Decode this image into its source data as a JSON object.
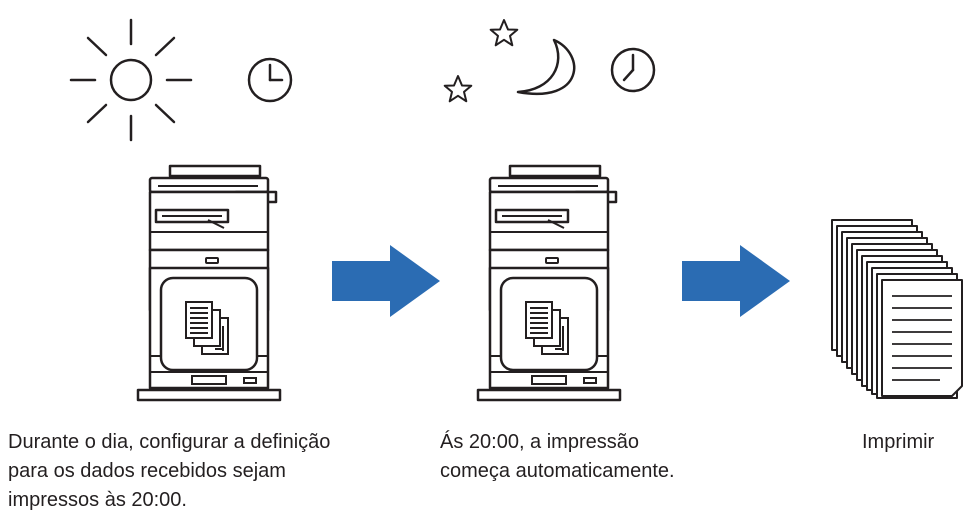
{
  "captions": {
    "day": {
      "lines": [
        "Durante o dia, configurar a definição",
        "para os dados recebidos sejam",
        "impressos às 20:00."
      ]
    },
    "night": {
      "lines": [
        "Ás 20:00, a impressão",
        "começa automaticamente."
      ]
    },
    "output": {
      "lines": [
        "Imprimir"
      ]
    }
  },
  "colors": {
    "arrow": "#2b6cb3",
    "line": "#231f20"
  },
  "icons": [
    "sun-icon",
    "clock-icon",
    "moon-icon",
    "star-icon",
    "printer-icon",
    "documents-icon",
    "arrow-right-icon",
    "paper-stack-icon"
  ]
}
